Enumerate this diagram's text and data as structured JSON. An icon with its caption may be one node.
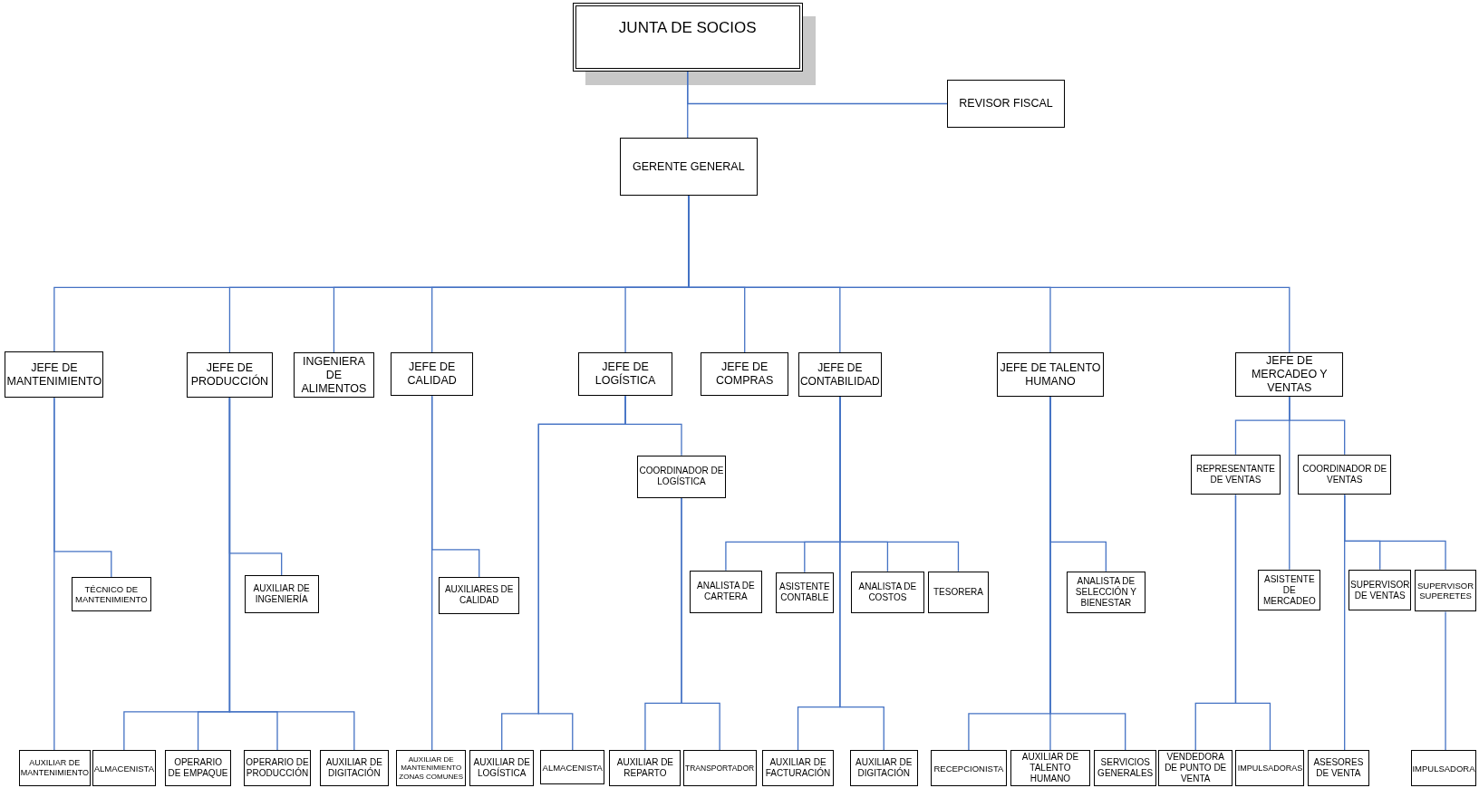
{
  "diagram": {
    "nodes": [
      {
        "text": [
          "JUNTA DE SOCIOS"
        ]
      },
      {
        "text": [
          "REVISOR FISCAL"
        ]
      },
      {
        "text": [
          "GERENTE GENERAL"
        ]
      },
      {
        "text": [
          "JEFE DE MANTENIMIENTO"
        ]
      },
      {
        "text": [
          "JEFE DE PRODUCCIÓN"
        ]
      },
      {
        "text": [
          "INGENIERA DE ALIMENTOS"
        ]
      },
      {
        "text": [
          "JEFE DE CALIDAD"
        ]
      },
      {
        "text": [
          "JEFE DE LOGÍSTICA"
        ]
      },
      {
        "text": [
          "JEFE DE COMPRAS"
        ]
      },
      {
        "text": [
          "JEFE DE CONTABILIDAD"
        ]
      },
      {
        "text": [
          "JEFE DE TALENTO HUMANO"
        ]
      },
      {
        "text": [
          "JEFE DE MERCADEO Y VENTAS"
        ]
      },
      {
        "text": [
          "TÉCNICO DE MANTENIMIENTO"
        ]
      },
      {
        "text": [
          "AUXILIAR DE INGENIERÍA"
        ]
      },
      {
        "text": [
          "AUXILIARES DE CALIDAD"
        ]
      },
      {
        "text": [
          "COORDINADOR DE LOGÍSTICA"
        ]
      },
      {
        "text": [
          "ANALISTA DE CARTERA"
        ]
      },
      {
        "text": [
          "ASISTENTE CONTABLE"
        ]
      },
      {
        "text": [
          "ANALISTA DE COSTOS"
        ]
      },
      {
        "text": [
          "TESORERA"
        ]
      },
      {
        "text": [
          "ANALISTA DE SELECCIÓN Y BIENESTAR"
        ]
      },
      {
        "text": [
          "REPRESENTANTE DE VENTAS"
        ]
      },
      {
        "text": [
          "COORDINADOR DE VENTAS"
        ]
      },
      {
        "text": [
          "ASISTENTE DE MERCADEO"
        ]
      },
      {
        "text": [
          "SUPERVISOR DE VENTAS"
        ]
      },
      {
        "text": [
          "SUPERVISOR SUPERETES"
        ]
      },
      {
        "text": [
          "AUXILIAR DE MANTENIMIENTO"
        ]
      },
      {
        "text": [
          "ALMACENISTA"
        ]
      },
      {
        "text": [
          "OPERARIO DE EMPAQUE"
        ]
      },
      {
        "text": [
          "OPERARIO DE PRODUCCIÓN"
        ]
      },
      {
        "text": [
          "AUXILIAR DE DIGITACIÓN"
        ]
      },
      {
        "text": [
          "AUXILIAR DE MANTENIMIENTO ZONAS COMUNES"
        ]
      },
      {
        "text": [
          "AUXILIAR DE LOGÍSTICA"
        ]
      },
      {
        "text": [
          "ALMACENISTA"
        ]
      },
      {
        "text": [
          "AUXILIAR DE REPARTO"
        ]
      },
      {
        "text": [
          "TRANSPORTADOR"
        ]
      },
      {
        "text": [
          "AUXILIAR DE FACTURACIÓN"
        ]
      },
      {
        "text": [
          "AUXILIAR DE DIGITACIÓN"
        ]
      },
      {
        "text": [
          "RECEPCIONISTA"
        ]
      },
      {
        "text": [
          "AUXILIAR DE TALENTO HUMANO"
        ]
      },
      {
        "text": [
          "SERVICIOS GENERALES"
        ]
      },
      {
        "text": [
          "VENDEDORA DE PUNTO DE VENTA"
        ]
      },
      {
        "text": [
          "IMPULSADORAS"
        ]
      },
      {
        "text": [
          "ASESORES DE VENTA"
        ]
      },
      {
        "text": [
          "IMPULSADORA"
        ]
      }
    ],
    "edges": [
      {
        "from": 0,
        "to": 1,
        "arrow": "none"
      },
      {
        "from": 0,
        "to": 2,
        "arrow": "none"
      },
      {
        "from": 2,
        "to": 3,
        "arrow": "none"
      },
      {
        "from": 2,
        "to": 4,
        "arrow": "none"
      },
      {
        "from": 2,
        "to": 5,
        "arrow": "none"
      },
      {
        "from": 2,
        "to": 6,
        "arrow": "none"
      },
      {
        "from": 2,
        "to": 7,
        "arrow": "none"
      },
      {
        "from": 2,
        "to": 8,
        "arrow": "none"
      },
      {
        "from": 2,
        "to": 9,
        "arrow": "none"
      },
      {
        "from": 2,
        "to": 10,
        "arrow": "none"
      },
      {
        "from": 2,
        "to": 11,
        "arrow": "none"
      },
      {
        "from": 3,
        "to": 12,
        "arrow": "none"
      },
      {
        "from": 3,
        "to": 26,
        "arrow": "none"
      },
      {
        "from": 4,
        "to": 13,
        "arrow": "none"
      },
      {
        "from": 4,
        "to": 27,
        "arrow": "none"
      },
      {
        "from": 4,
        "to": 28,
        "arrow": "none"
      },
      {
        "from": 4,
        "to": 29,
        "arrow": "none"
      },
      {
        "from": 4,
        "to": 30,
        "arrow": "none"
      },
      {
        "from": 6,
        "to": 14,
        "arrow": "none"
      },
      {
        "from": 6,
        "to": 31,
        "arrow": "none"
      },
      {
        "from": 7,
        "to": 15,
        "arrow": "none"
      },
      {
        "from": 7,
        "to": 32,
        "arrow": "none"
      },
      {
        "from": 7,
        "to": 33,
        "arrow": "none"
      },
      {
        "from": 15,
        "to": 34,
        "arrow": "none"
      },
      {
        "from": 15,
        "to": 35,
        "arrow": "none"
      },
      {
        "from": 9,
        "to": 16,
        "arrow": "none"
      },
      {
        "from": 9,
        "to": 17,
        "arrow": "none"
      },
      {
        "from": 9,
        "to": 18,
        "arrow": "none"
      },
      {
        "from": 9,
        "to": 19,
        "arrow": "none"
      },
      {
        "from": 9,
        "to": 36,
        "arrow": "none"
      },
      {
        "from": 9,
        "to": 37,
        "arrow": "none"
      },
      {
        "from": 10,
        "to": 20,
        "arrow": "none"
      },
      {
        "from": 10,
        "to": 38,
        "arrow": "none"
      },
      {
        "from": 10,
        "to": 39,
        "arrow": "none"
      },
      {
        "from": 10,
        "to": 40,
        "arrow": "none"
      },
      {
        "from": 11,
        "to": 21,
        "arrow": "none"
      },
      {
        "from": 11,
        "to": 22,
        "arrow": "none"
      },
      {
        "from": 11,
        "to": 23,
        "arrow": "none"
      },
      {
        "from": 21,
        "to": 41,
        "arrow": "none"
      },
      {
        "from": 21,
        "to": 42,
        "arrow": "none"
      },
      {
        "from": 22,
        "to": 24,
        "arrow": "none"
      },
      {
        "from": 22,
        "to": 25,
        "arrow": "none"
      },
      {
        "from": 22,
        "to": 43,
        "arrow": "none"
      },
      {
        "from": 25,
        "to": 44,
        "arrow": "none"
      }
    ]
  }
}
